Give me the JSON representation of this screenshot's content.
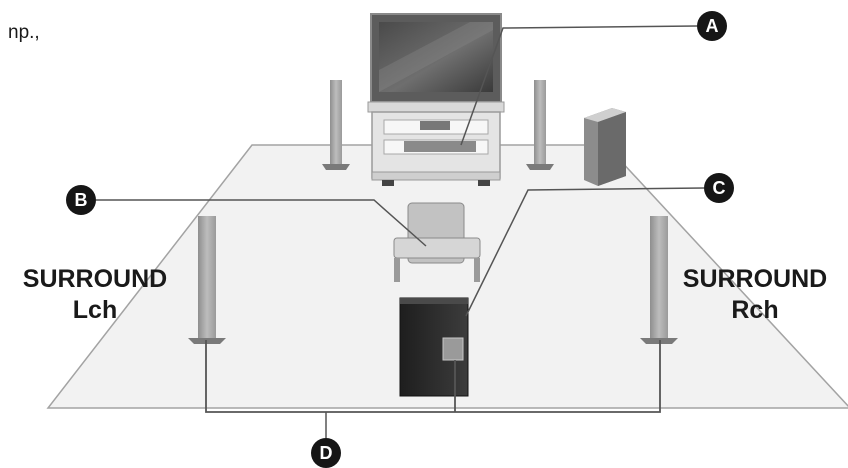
{
  "corner_text": "np.,",
  "labels": {
    "left_surround": {
      "line1": "SURROUND",
      "line2": "Lch"
    },
    "right_surround": {
      "line1": "SURROUND",
      "line2": "Rch"
    }
  },
  "callouts": {
    "a": "A",
    "b": "B",
    "c": "C",
    "d": "D"
  },
  "colors": {
    "floor": "#f2f2f2",
    "outline": "#9a9a9a",
    "speaker": "#a9a9a9",
    "subwoofer": "#2b2b2b",
    "callout_fill": "#161616",
    "leader_line": "#555555"
  }
}
